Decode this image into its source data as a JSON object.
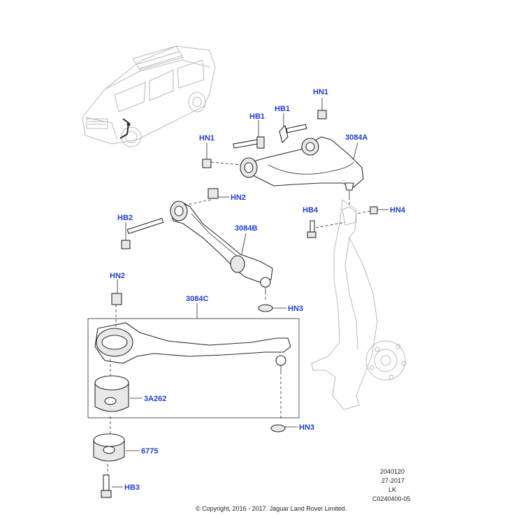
{
  "callouts": {
    "hn1_top": "HN1",
    "hb1_left": "HB1",
    "hb1_right": "HB1",
    "hn1_left": "HN1",
    "upper_arm": "3084A",
    "hn2_mid": "HN2",
    "hb2": "HB2",
    "lower_arm_b": "3084B",
    "hb4": "HB4",
    "hn4": "HN4",
    "hn2_low": "HN2",
    "lower_arm_c": "3084C",
    "hn3_mid": "HN3",
    "bush_3a262": "3A262",
    "hn3_low": "HN3",
    "bush_6775": "6775",
    "hb3": "HB3"
  },
  "meta": {
    "line1": "2040120",
    "line2": "27-2017",
    "line3": "LK",
    "line4": "C0240400-05",
    "copyright": "© Copyright, 2016 - 2017. Jaguar Land Rover Limited."
  },
  "colors": {
    "callout": "#1e3fd4",
    "line": "#2b2b2b",
    "ghost": "#b9b9b9"
  }
}
